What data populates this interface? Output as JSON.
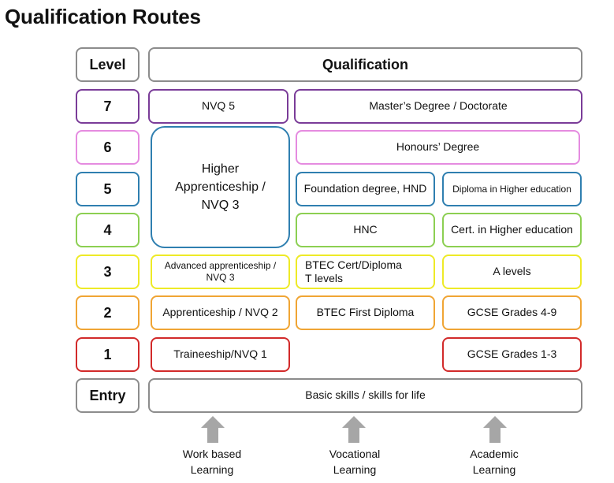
{
  "title": "Qualification Routes",
  "header": {
    "level": "Level",
    "qualification": "Qualification"
  },
  "levels": [
    "7",
    "6",
    "5",
    "4",
    "3",
    "2",
    "1",
    "Entry"
  ],
  "colors": {
    "header": "#8c8c8c",
    "level7": "#7a3c98",
    "level6": "#e58be0",
    "level5": "#2f7fb0",
    "level4": "#8ccf52",
    "level3": "#eeea27",
    "level2": "#f0a534",
    "level1": "#d22a2a",
    "entry": "#8c8c8c",
    "arrow": "#a6a6a6"
  },
  "qualifications": {
    "nvq5": "NVQ 5",
    "masters": "Master’s Degree / Doctorate",
    "higher_apprenticeship": "Higher\nApprenticeship /\nNVQ 3",
    "honours": "Honours’ Degree",
    "foundation": "Foundation degree, HND",
    "diploma_he": "Diploma in Higher education",
    "hnc": "HNC",
    "cert_he": "Cert. in Higher education",
    "advanced_apprenticeship": "Advanced apprenticeship /\nNVQ 3",
    "btec_cert": "BTEC Cert/Diploma\n T levels",
    "a_levels": "A levels",
    "apprenticeship": "Apprenticeship / NVQ 2",
    "btec_first": "BTEC First Diploma",
    "gcse_4_9": "GCSE Grades 4-9",
    "traineeship": "Traineeship/NVQ 1",
    "gcse_1_3": "GCSE Grades 1-3",
    "basic_skills": "Basic skills / skills for life"
  },
  "routes": [
    {
      "label": "Work based\nLearning",
      "icon": "up-arrow-icon"
    },
    {
      "label": "Vocational\nLearning",
      "icon": "up-arrow-icon"
    },
    {
      "label": "Academic\nLearning",
      "icon": "up-arrow-icon"
    }
  ]
}
